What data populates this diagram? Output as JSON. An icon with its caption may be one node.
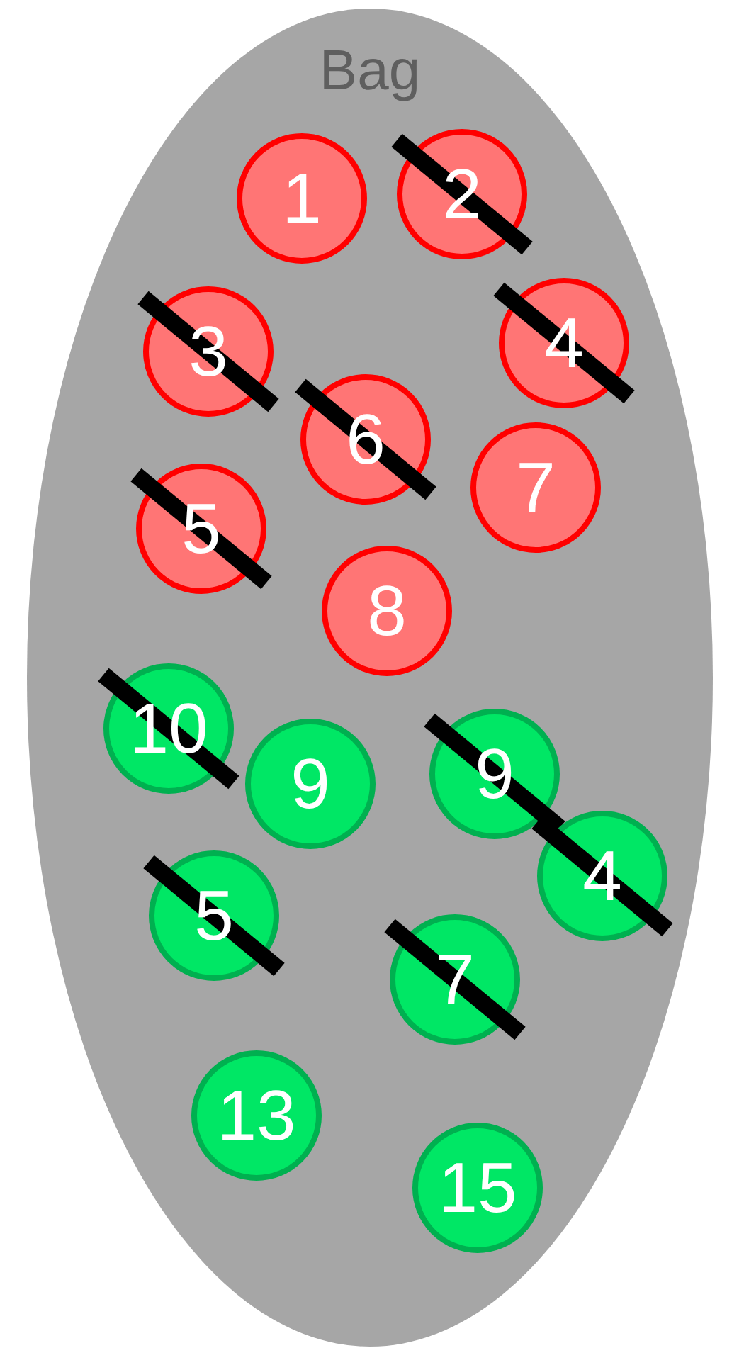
{
  "diagram": {
    "nodes": [
      {
        "text": [
          "Bag"
        ]
      },
      {
        "text": [
          "1"
        ],
        "in": 0
      },
      {
        "text": [
          "2"
        ],
        "in": 0
      },
      {
        "text": [
          "3"
        ],
        "in": 0
      },
      {
        "text": [
          "4"
        ],
        "in": 0
      },
      {
        "text": [
          "6"
        ],
        "in": 0
      },
      {
        "text": [
          "7"
        ],
        "in": 0
      },
      {
        "text": [
          "5"
        ],
        "in": 0
      },
      {
        "text": [
          "8"
        ],
        "in": 0
      },
      {
        "text": [
          "10"
        ],
        "in": 0
      },
      {
        "text": [
          "9"
        ],
        "in": 0
      },
      {
        "text": [
          "9"
        ],
        "in": 0
      },
      {
        "text": [
          "4"
        ],
        "in": 0
      },
      {
        "text": [
          "5"
        ],
        "in": 0
      },
      {
        "text": [
          "7"
        ],
        "in": 0
      },
      {
        "text": [
          "13"
        ],
        "in": 0
      },
      {
        "text": [
          "15"
        ],
        "in": 0
      }
    ]
  }
}
